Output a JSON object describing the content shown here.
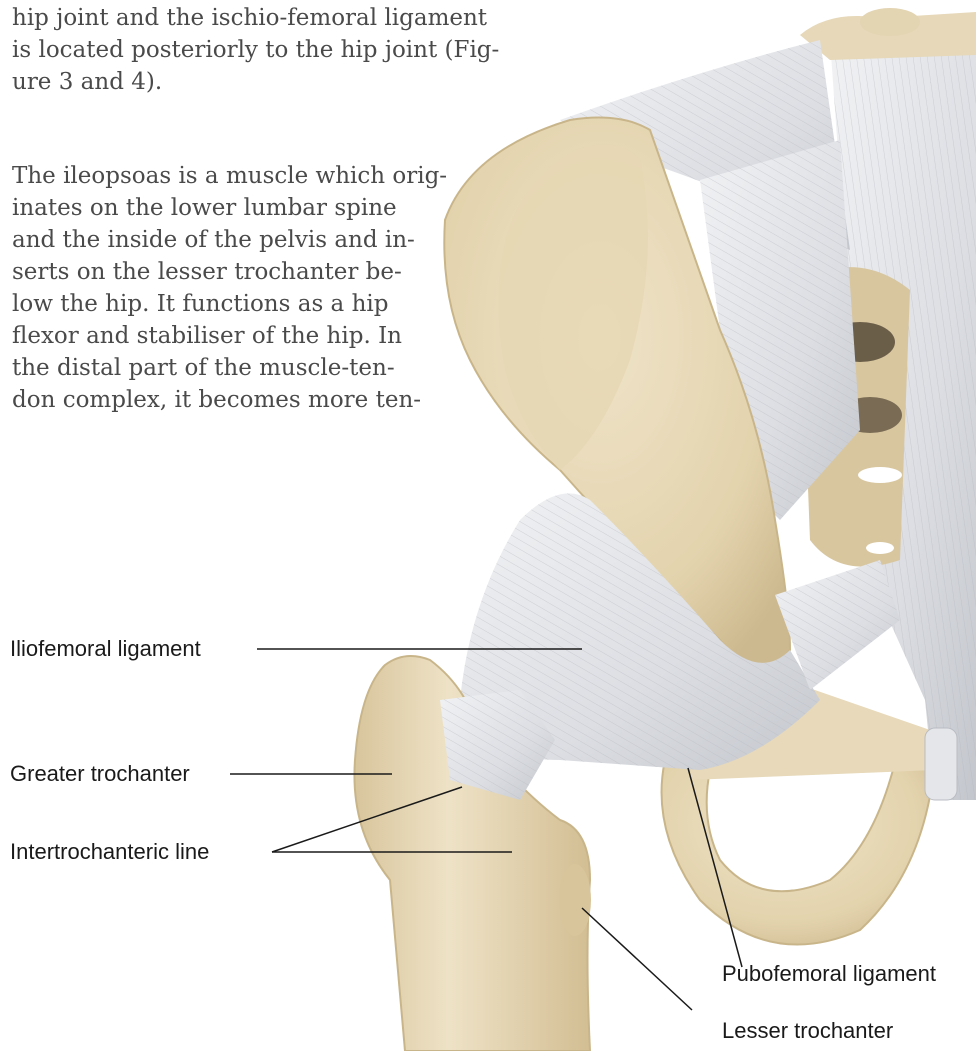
{
  "paragraphs": [
    {
      "lines": [
        "hip joint and the ischio-femoral ligament",
        "is located posteriorly to the hip joint (Fig-",
        "ure 3 and 4)."
      ]
    },
    {
      "lines": [
        "The ileopsoas is a muscle which orig-",
        "inates on the lower lumbar spine",
        "and the inside of the pelvis and in-",
        "serts on the lesser trochanter be-",
        "low the hip. It functions as a hip",
        "flexor and stabiliser of the hip. In",
        "the distal part of the muscle-ten-",
        "don complex, it becomes more ten-"
      ]
    }
  ],
  "labels": {
    "iliofemoral": "Iliofemoral ligament",
    "greater_trochanter": "Greater trochanter",
    "intertrochanteric": "Intertrochanteric line",
    "pubofemoral": "Pubofemoral ligament",
    "lesser_trochanter": "Lesser trochanter"
  },
  "colors": {
    "bone": "#e9dcbf",
    "bone_shadow": "#cdb98f",
    "ligament": "#e4e6ea",
    "ligament_shadow": "#b9bcc3",
    "text": "#4a4a4a",
    "label": "#1a1a1a"
  }
}
